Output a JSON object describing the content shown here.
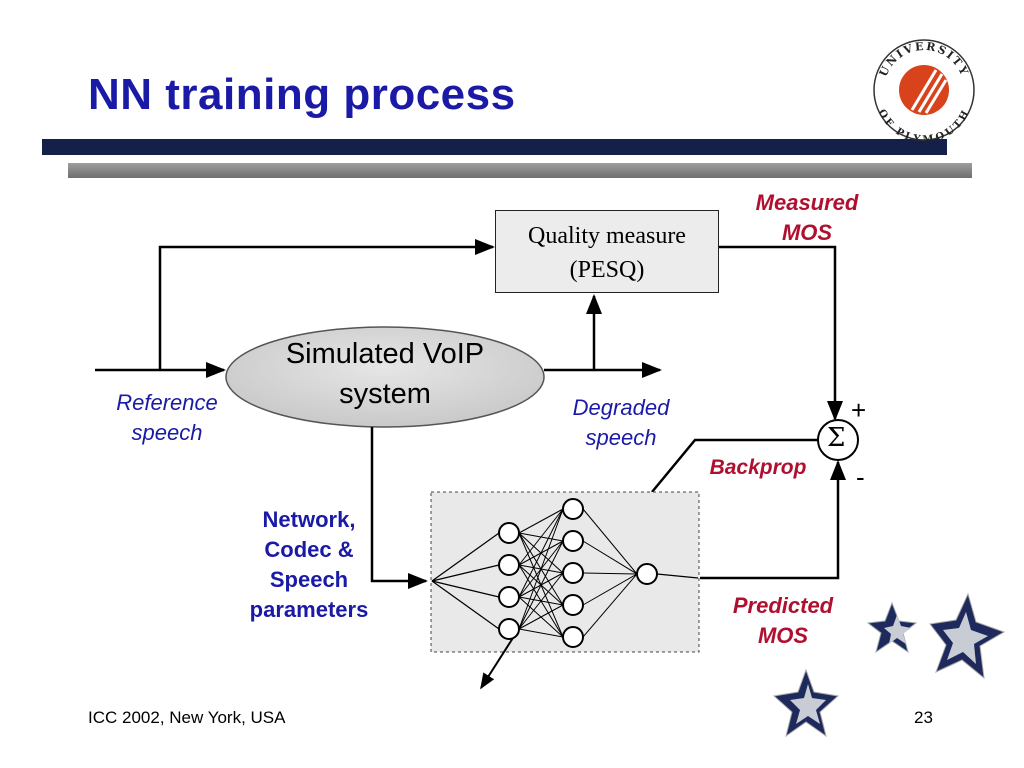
{
  "slide": {
    "title": "NN training process",
    "footer_left": "ICC 2002, New York, USA",
    "page_number": "23"
  },
  "logo": {
    "ring_text_top": "UNIVERSITY",
    "ring_text_bottom": "OF PLYMOUTH",
    "accent_color": "#d9431c"
  },
  "diagram": {
    "quality_box": {
      "line1": "Quality measure",
      "line2": "(PESQ)"
    },
    "voip_system": {
      "line1": "Simulated VoIP",
      "line2": "system"
    },
    "reference_speech": {
      "line1": "Reference",
      "line2": "speech"
    },
    "degraded_speech": {
      "line1": "Degraded",
      "line2": "speech"
    },
    "measured_mos": {
      "line1": "Measured",
      "line2": "MOS"
    },
    "predicted_mos": {
      "line1": "Predicted",
      "line2": "MOS"
    },
    "backprop": "Backprop",
    "network_params": {
      "line1": "Network,",
      "line2": "Codec &",
      "line3": "Speech",
      "line4": "parameters"
    },
    "sum_symbol": "Σ",
    "plus_sign": "+",
    "minus_sign": "-",
    "neural_net": {
      "input_nodes": 4,
      "hidden_nodes": 5,
      "output_nodes": 1
    }
  },
  "colors": {
    "title": "#1a1aa6",
    "label_blue": "#1a1aa6",
    "label_red": "#b01030",
    "header_bar_dark": "#15204a",
    "header_bar_light": "#8a8a8a"
  }
}
